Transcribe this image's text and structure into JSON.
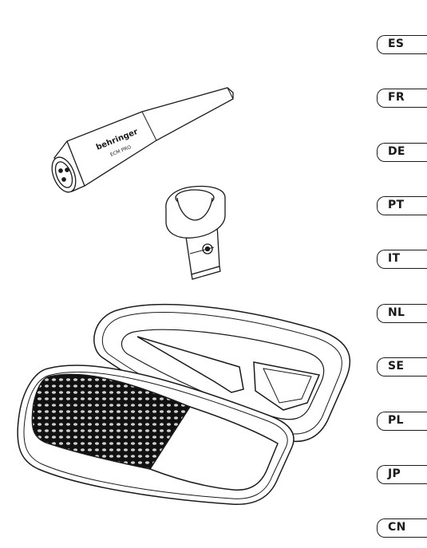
{
  "product": {
    "brand_mark": "behringer",
    "model_mark": "ECM PRO"
  },
  "language_tabs": [
    {
      "code": "ES"
    },
    {
      "code": "FR"
    },
    {
      "code": "DE"
    },
    {
      "code": "PT"
    },
    {
      "code": "IT"
    },
    {
      "code": "NL"
    },
    {
      "code": "SE"
    },
    {
      "code": "PL"
    },
    {
      "code": "JP"
    },
    {
      "code": "CN"
    }
  ]
}
